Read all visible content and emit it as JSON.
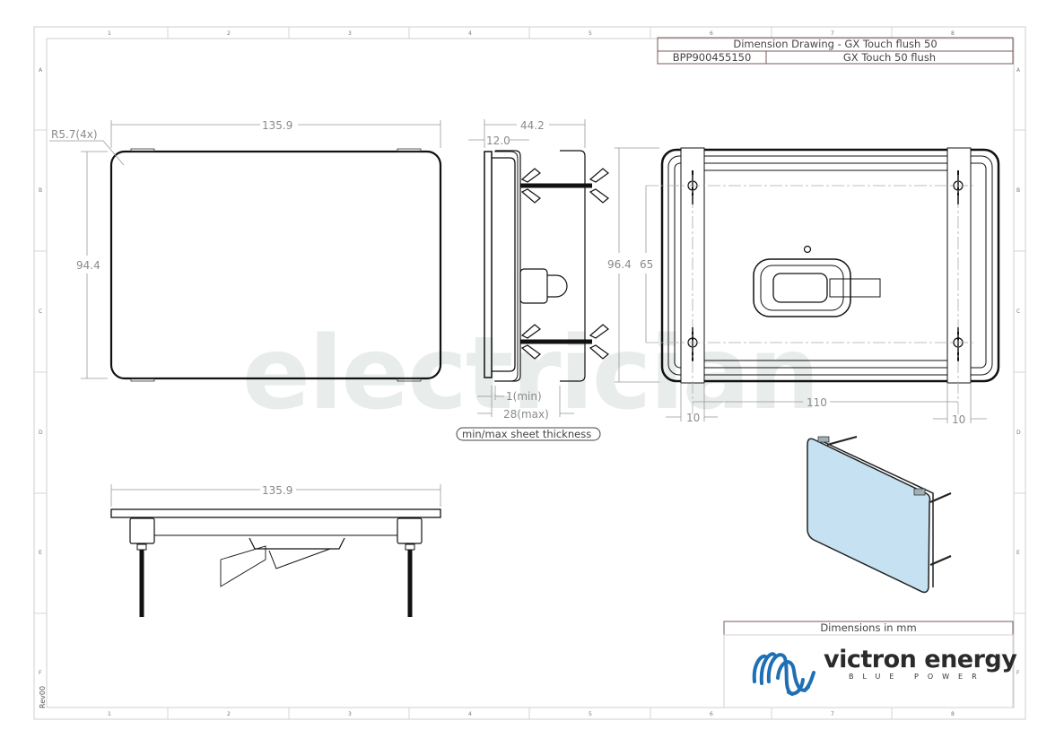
{
  "title_block": {
    "title": "Dimension Drawing - GX Touch flush 50",
    "part_number": "BPP900455150",
    "product_name": "GX Touch 50 flush",
    "units_note": "Dimensions in mm",
    "revision": "Rev00"
  },
  "logo": {
    "brand": "victron energy",
    "tagline": "BLUE POWER",
    "brand_color": "#1f6fb5"
  },
  "watermark": "electrician",
  "grid": {
    "columns": [
      "1",
      "2",
      "3",
      "4",
      "5",
      "6",
      "7",
      "8"
    ],
    "rows": [
      "A",
      "B",
      "C",
      "D",
      "E",
      "F"
    ]
  },
  "views": {
    "front": {
      "width": "135.9",
      "height": "94.4",
      "corner_radius": "R5.7(4x)"
    },
    "side": {
      "depth": "44.2",
      "front_depth": "12.0",
      "sheet_min": "1(min)",
      "sheet_max": "28(max)",
      "note": "min/max sheet thickness"
    },
    "rear": {
      "height": "96.4",
      "hole_spacing_vertical": "65",
      "hole_spacing_horizontal": "110",
      "bracket_left": "10",
      "bracket_right": "10"
    },
    "bottom": {
      "width": "135.9"
    },
    "iso": {
      "screen_color": "#c5e1f2"
    }
  }
}
